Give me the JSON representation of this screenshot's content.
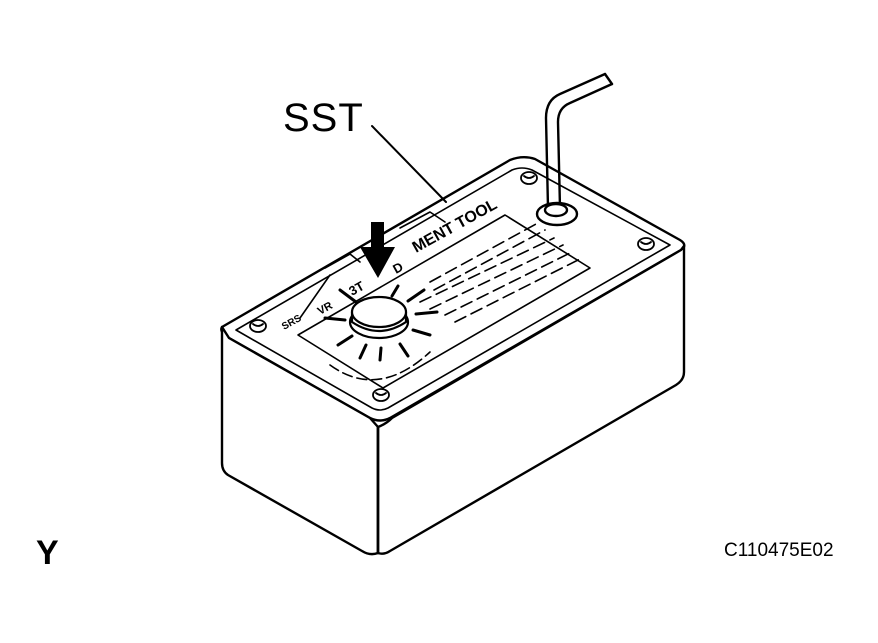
{
  "labels": {
    "sst": "SST",
    "corner": "Y",
    "figure_code": "C110475E02"
  },
  "panel_text": {
    "tool_name": "MENT TOOL",
    "mark_left": "SRS",
    "mark_2": "VR",
    "mark_3": "3T",
    "mark_4": "D"
  },
  "colors": {
    "line": "#000000",
    "background": "#ffffff"
  }
}
